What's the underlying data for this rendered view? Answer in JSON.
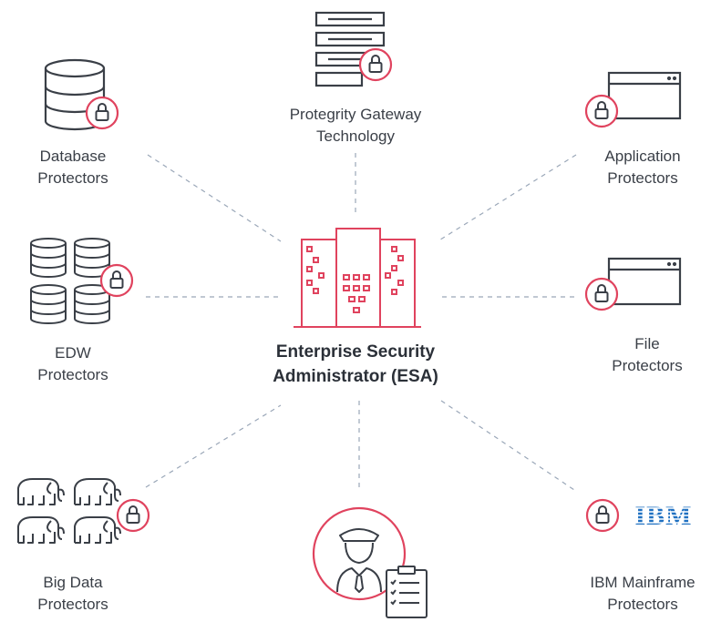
{
  "center": {
    "line1": "Enterprise Security",
    "line2": "Administrator (ESA)"
  },
  "nodes": {
    "database": {
      "line1": "Database",
      "line2": "Protectors"
    },
    "gateway": {
      "line1": "Protegrity Gateway",
      "line2": "Technology"
    },
    "application": {
      "line1": "Application",
      "line2": "Protectors"
    },
    "edw": {
      "line1": "EDW",
      "line2": "Protectors"
    },
    "file": {
      "line1": "File",
      "line2": "Protectors"
    },
    "bigdata": {
      "line1": "Big Data",
      "line2": "Protectors"
    },
    "ibm": {
      "line1": "IBM Mainframe",
      "line2": "Protectors",
      "logo_text": "IBM"
    }
  },
  "colors": {
    "accent": "#e0435e",
    "icon_stroke": "#3a3f47",
    "dashed_line": "#9aa7b8",
    "ibm_blue": "#1f70c1"
  }
}
